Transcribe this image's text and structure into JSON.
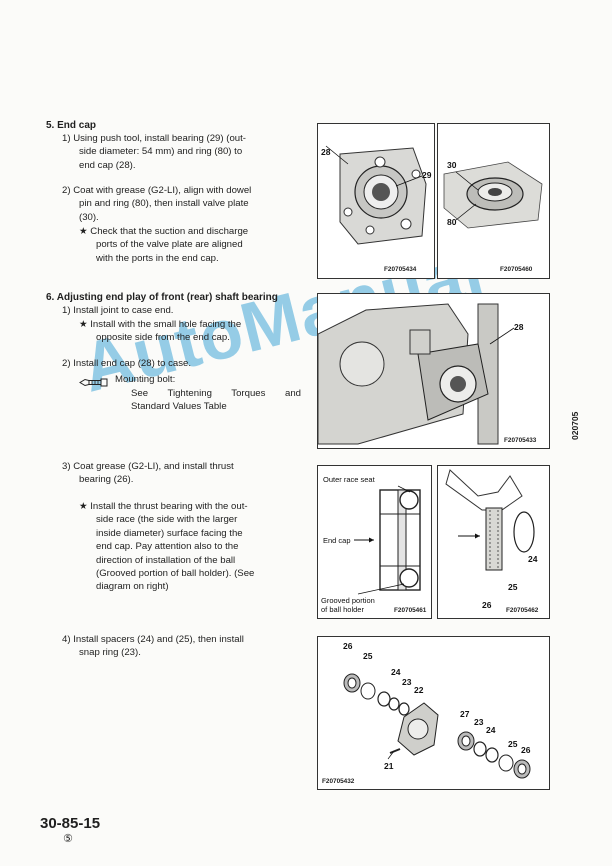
{
  "sec5": {
    "title": "5. End cap",
    "s1": [
      "1)  Using push tool, install bearing (29) (out-",
      "side diameter: 54 mm) and ring (80) to",
      "end cap (28)."
    ],
    "s2": [
      "2)  Coat with grease (G2-LI), align with dowel",
      "pin and ring (80), then install valve plate",
      "(30)."
    ],
    "note": [
      "★  Check that the suction and discharge",
      "ports of the valve plate are aligned",
      "with the ports in the end cap."
    ]
  },
  "sec6": {
    "title": "6. Adjusting end play of front (rear) shaft bearing",
    "s1": "1)  Install joint to case end.",
    "s1note": [
      "★  Install with the small hole facing the",
      "opposite side from the end cap."
    ],
    "s2": "2)  Install end cap (28) to case.",
    "bolt_label": "Mounting bolt:",
    "bolt_see": [
      "See Tightening Torques and",
      "Standard Values Table"
    ],
    "s3": [
      "3)  Coat grease (G2-LI), and install thrust",
      "bearing (26)."
    ],
    "s3note": [
      "★  Install the thrust bearing with the out-",
      "side race (the side with the larger",
      "inside diameter) surface facing the",
      "end cap. Pay attention also to the",
      "direction of installation of the ball",
      "(Grooved portion of ball holder). (See",
      "diagram on right)"
    ],
    "s4": [
      "4)  Install spacers (24) and (25), then install",
      "snap ring (23)."
    ]
  },
  "figures": {
    "f1": {
      "code": "F20705434",
      "c28": "28",
      "c29": "29"
    },
    "f2": {
      "code": "F20705460",
      "c30": "30",
      "c80": "80"
    },
    "f3": {
      "code": "F20705433",
      "c28": "28"
    },
    "f4": {
      "code": "F20705461",
      "outer": "Outer race seat",
      "endcap": "End cap",
      "grooved1": "Grooved portion",
      "grooved2": "of ball holder"
    },
    "f5": {
      "code": "F20705462",
      "c24": "24",
      "c25": "25",
      "c26": "26"
    },
    "f6": {
      "code": "F20705432",
      "top26": "26",
      "top25": "25",
      "top24": "24",
      "top23": "23",
      "top22": "22",
      "c21": "21",
      "r27": "27",
      "r23": "23",
      "r24": "24",
      "r25": "25",
      "r26": "26"
    }
  },
  "watermark": "AutoManual",
  "side_code": "020705",
  "page_number": "30-85-15",
  "revision": "⑤",
  "icons": {
    "bolt": "wrench-bolt-icon"
  }
}
